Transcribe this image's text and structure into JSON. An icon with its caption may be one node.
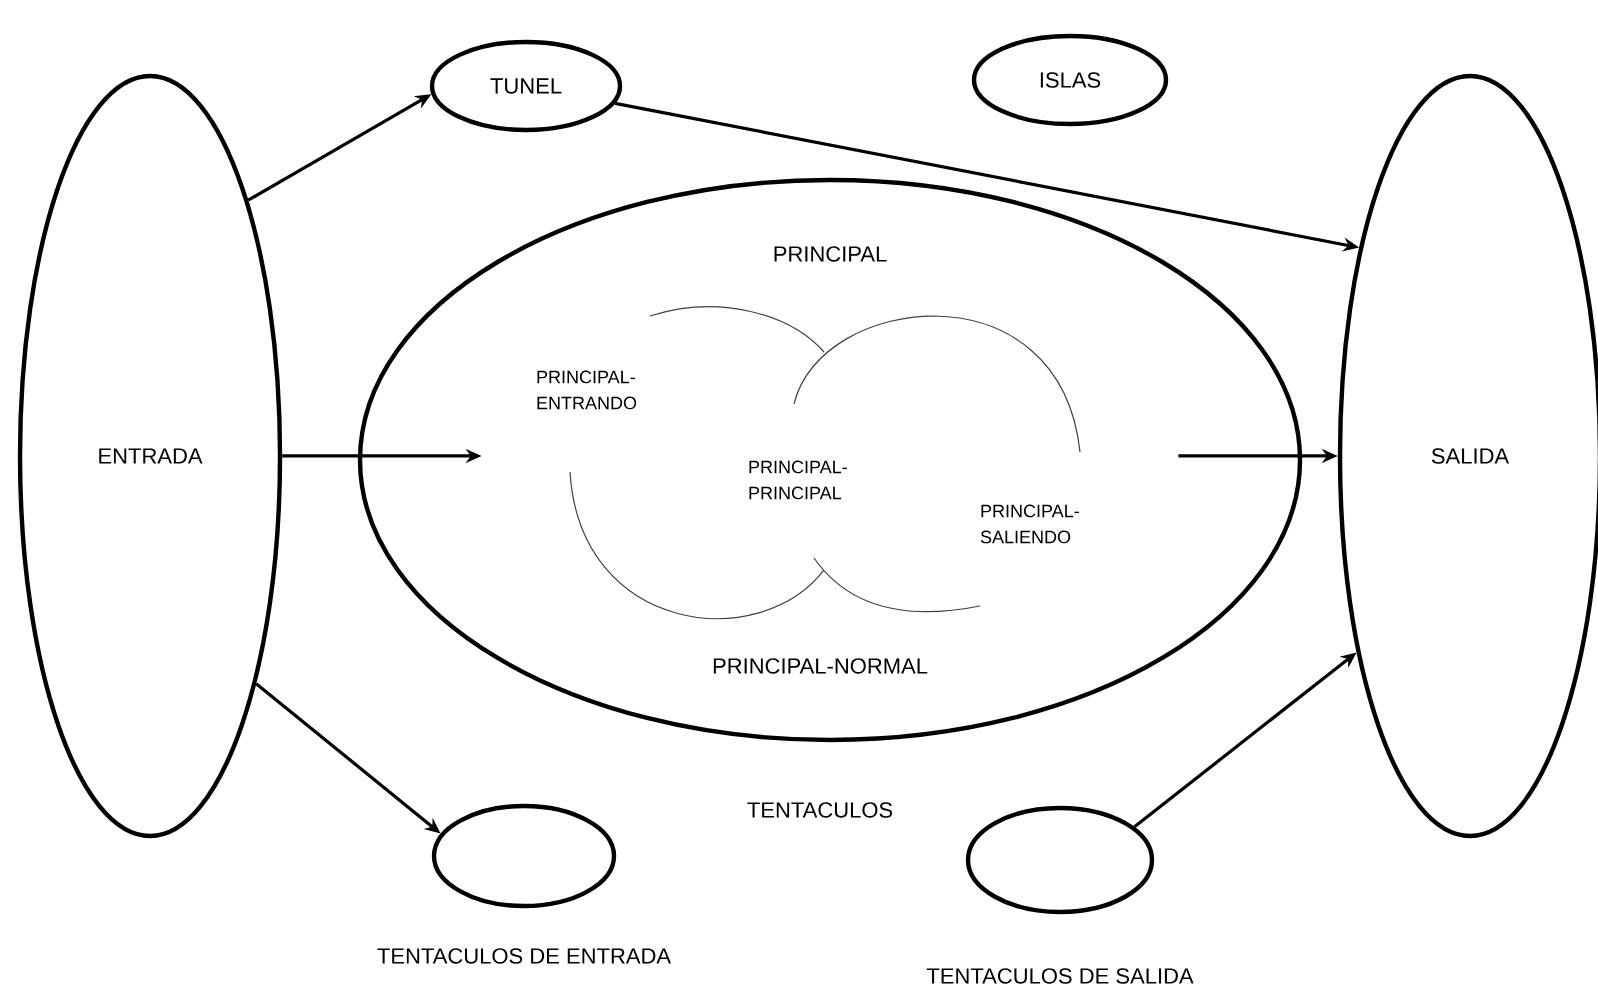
{
  "diagram": {
    "nodes": [
      {
        "text": [
          "ENTRADA"
        ]
      },
      {
        "text": [
          "TUNEL"
        ]
      },
      {
        "text": [
          "ISLAS"
        ]
      },
      {
        "text": [
          "PRINCIPAL",
          "PRINCIPAL-NORMAL"
        ]
      },
      {
        "text": [
          "PRINCIPAL- ENTRANDO"
        ],
        "in": 3
      },
      {
        "text": [
          "PRINCIPAL- PRINCIPAL"
        ],
        "in": 3
      },
      {
        "text": [
          "PRINCIPAL- SALIENDO"
        ],
        "in": 3
      },
      {
        "text": [
          "SALIDA"
        ]
      },
      {
        "text": [
          "TENTACULOS DE ENTRADA"
        ]
      },
      {
        "text": [
          "TENTACULOS DE SALIDA"
        ]
      }
    ],
    "edges": [
      {
        "from": 0,
        "to": 1,
        "arrow": "to"
      },
      {
        "from": 1,
        "to": 7,
        "arrow": "to"
      },
      {
        "from": 0,
        "to": 4,
        "arrow": "to"
      },
      {
        "from": 6,
        "to": 7,
        "arrow": "to"
      },
      {
        "from": 0,
        "to": 8,
        "arrow": "to"
      },
      {
        "from": 9,
        "to": 7,
        "arrow": "to"
      }
    ],
    "labels": [
      "TENTACULOS"
    ]
  }
}
